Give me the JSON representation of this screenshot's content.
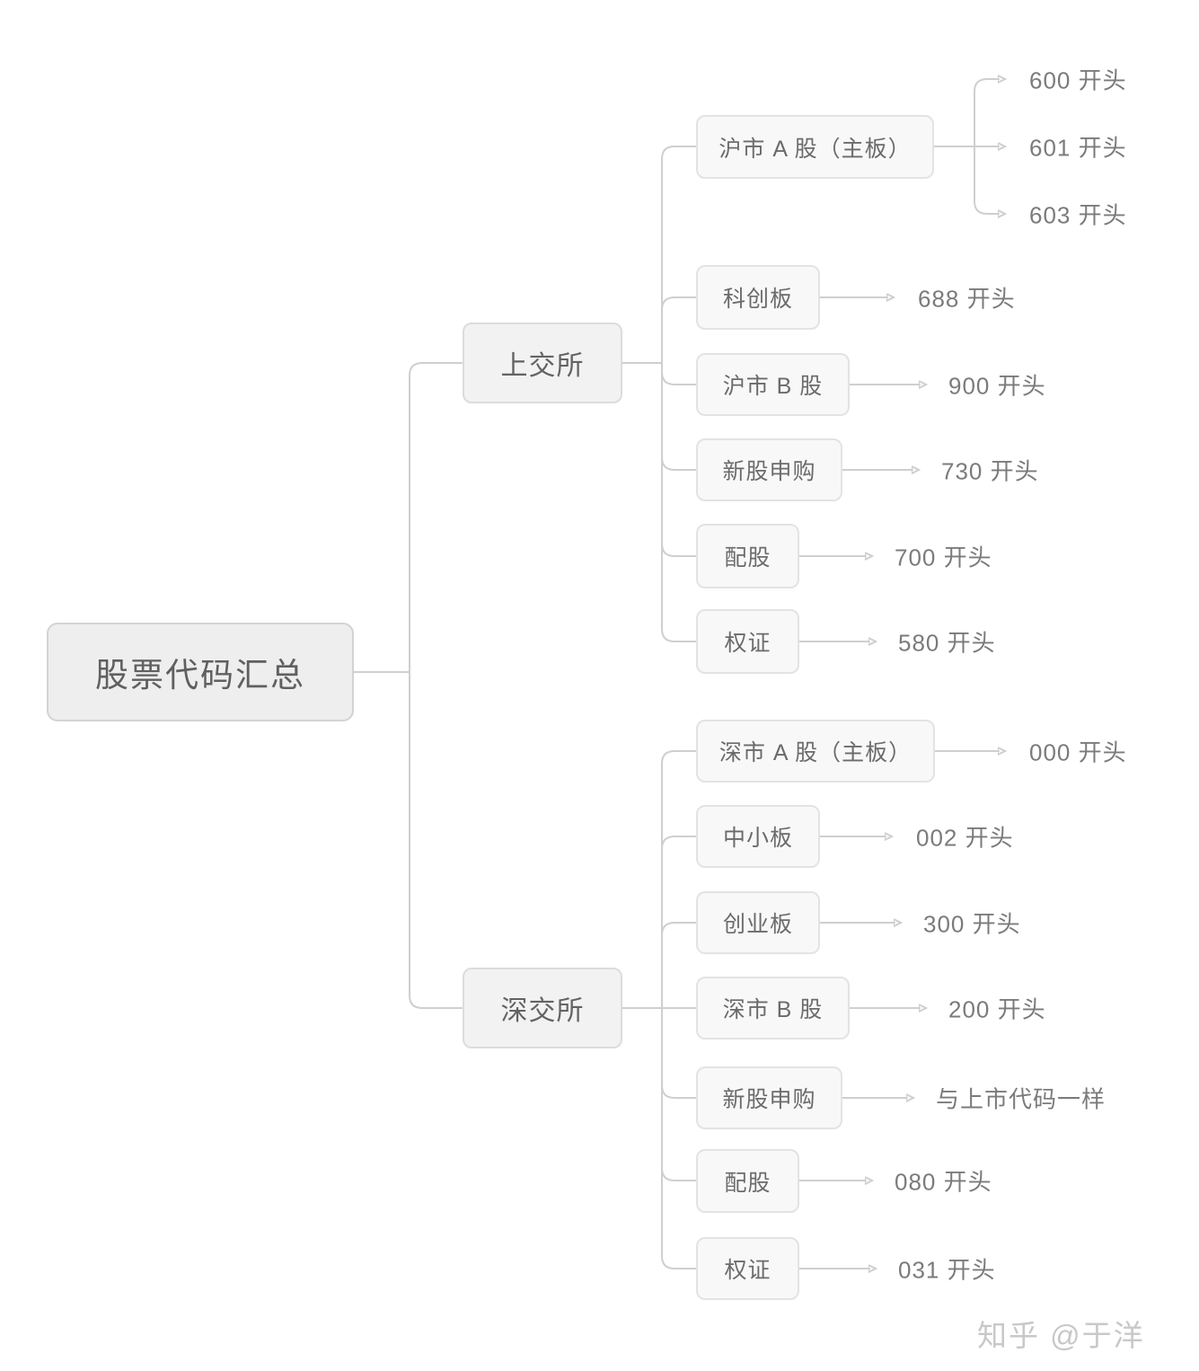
{
  "watermark": "知乎 @于洋",
  "colors": {
    "background": "#ffffff",
    "connector": "#cfcfcf",
    "root_fill": "#eeeeee",
    "root_border": "#d3d3d3",
    "branch_fill": "#f2f2f2",
    "branch_border": "#dcdcdc",
    "child_fill": "#f8f8f8",
    "child_border": "#e3e3e3",
    "node_text": "#6b6b6b",
    "leaf_text": "#7b7b7b",
    "watermark_text": "#c8c8c8"
  },
  "tree": {
    "root": {
      "label": "股票代码汇总"
    },
    "branches": [
      {
        "label": "上交所",
        "children": [
          {
            "label": "沪市 A 股（主板）",
            "leaves": [
              "600 开头",
              "601 开头",
              "603 开头"
            ]
          },
          {
            "label": "科创板",
            "leaves": [
              "688 开头"
            ]
          },
          {
            "label": "沪市 B 股",
            "leaves": [
              "900 开头"
            ]
          },
          {
            "label": "新股申购",
            "leaves": [
              "730 开头"
            ]
          },
          {
            "label": "配股",
            "leaves": [
              "700 开头"
            ]
          },
          {
            "label": "权证",
            "leaves": [
              "580 开头"
            ]
          }
        ]
      },
      {
        "label": "深交所",
        "children": [
          {
            "label": "深市 A 股（主板）",
            "leaves": [
              "000 开头"
            ]
          },
          {
            "label": "中小板",
            "leaves": [
              "002 开头"
            ]
          },
          {
            "label": "创业板",
            "leaves": [
              "300 开头"
            ]
          },
          {
            "label": "深市 B 股",
            "leaves": [
              "200 开头"
            ]
          },
          {
            "label": "新股申购",
            "leaves": [
              "与上市代码一样"
            ]
          },
          {
            "label": "配股",
            "leaves": [
              "080 开头"
            ]
          },
          {
            "label": "权证",
            "leaves": [
              "031 开头"
            ]
          }
        ]
      }
    ]
  }
}
